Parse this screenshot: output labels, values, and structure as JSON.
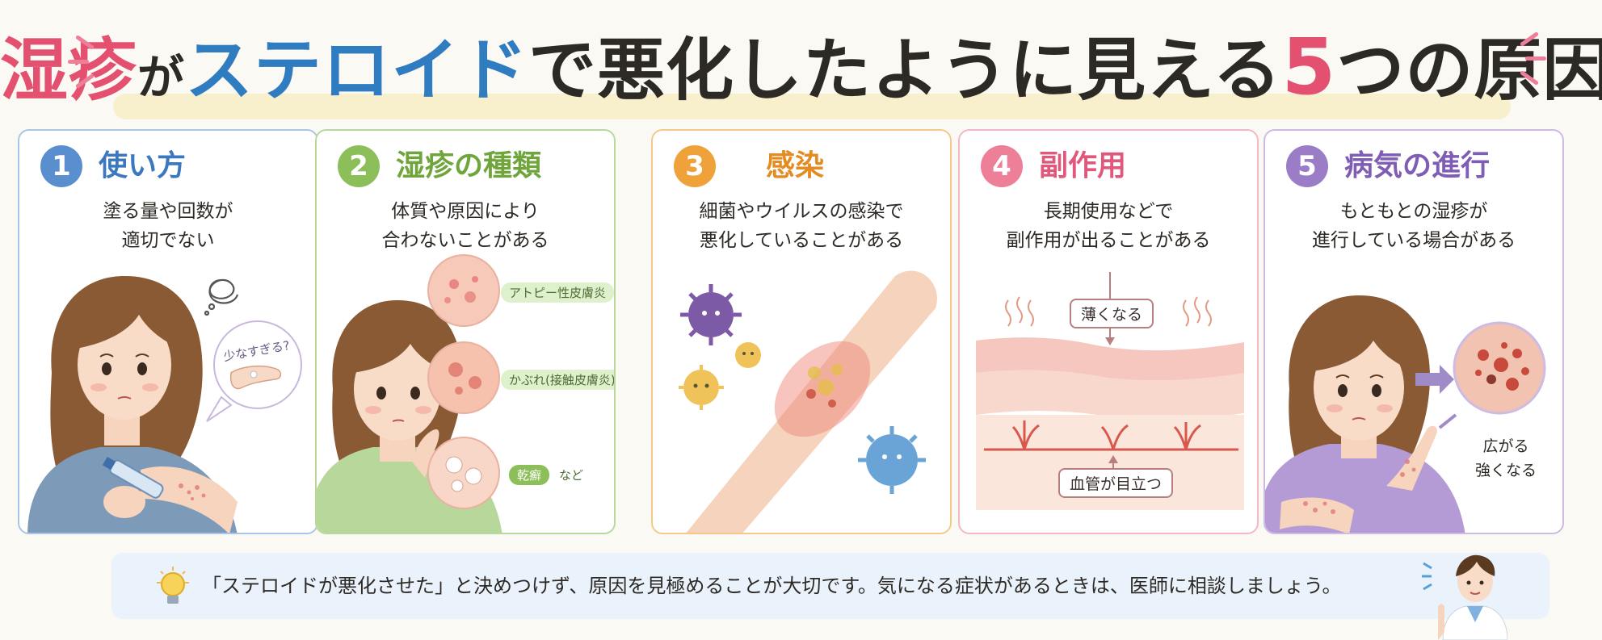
{
  "title": {
    "part1": "湿疹",
    "part2": "が",
    "part3": "ステロイド",
    "part4": "で悪化したように見える",
    "part5": "5",
    "part6": "つの原因"
  },
  "cards": [
    {
      "number": "1",
      "title": "使い方",
      "desc_line1": "塗る量や回数が",
      "desc_line2": "適切でない",
      "bubble": "少なすぎる?",
      "color": "#5a8fcf"
    },
    {
      "number": "2",
      "title": "湿疹の種類",
      "desc_line1": "体質や原因により",
      "desc_line2": "合わないことがある",
      "tags": [
        "アトピー性皮膚炎",
        "かぶれ(接触皮膚炎)",
        "乾癬"
      ],
      "tag_suffix": "など",
      "color": "#8cbf5a"
    },
    {
      "number": "3",
      "title": "感染",
      "desc_line1": "細菌やウイルスの感染で",
      "desc_line2": "悪化していることがある",
      "color": "#f0a23a"
    },
    {
      "number": "4",
      "title": "副作用",
      "desc_line1": "長期使用などで",
      "desc_line2": "副作用が出ることがある",
      "label_top": "薄くなる",
      "label_bottom": "血管が目立つ",
      "color": "#ee7f98"
    },
    {
      "number": "5",
      "title": "病気の進行",
      "desc_line1": "もともとの湿疹が",
      "desc_line2": "進行している場合がある",
      "note_line1": "広がる",
      "note_line2": "強くなる",
      "color": "#9b7cc7"
    }
  ],
  "footer": {
    "text": "「ステロイドが悪化させた」と決めつけず、原因を見極めることが大切です。気になる症状があるときは、医師に相談しましょう。"
  }
}
